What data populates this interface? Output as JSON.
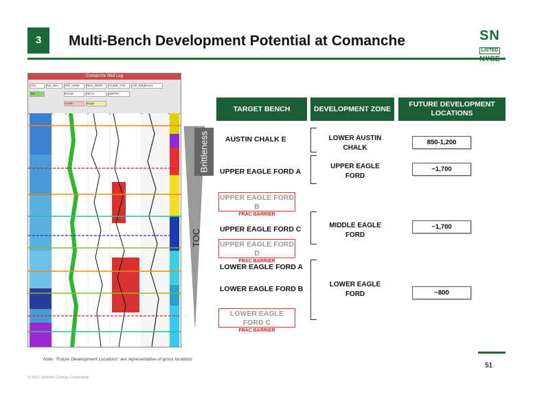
{
  "slide": {
    "number": "3",
    "title": "Multi-Bench Development Potential at Comanche",
    "logo": {
      "line1": "SN",
      "line2": "LISTED",
      "line3": "NYSE"
    },
    "brand_color": "#1b6b3a"
  },
  "log_header": {
    "title": "Comanche Well Log",
    "cells": [
      "VOL",
      "KB_elev",
      "PEF_NRM",
      "RES_DEEP",
      "COMB_TOC",
      "Lith_Brittleness",
      "GR",
      "RHOB",
      "NPHI",
      "DEPTH",
      "Austin",
      "Eagle"
    ]
  },
  "side_labels": {
    "brittleness": "Brittleness",
    "toc": "TOC"
  },
  "table": {
    "headers": {
      "target_bench": "TARGET BENCH",
      "development_zone": "DEVELOPMENT ZONE",
      "future_locations": "FUTURE DEVELOPMENT LOCATIONS"
    },
    "benches": [
      {
        "name": "AUSTIN CHALK E"
      },
      {
        "name": "UPPER EAGLE FORD A"
      },
      {
        "name": "UPPER EAGLE FORD B",
        "barrier": "FRAC BARRIER"
      },
      {
        "name": "UPPER EAGLE FORD C"
      },
      {
        "name": "UPPER EAGLE FORD D",
        "barrier": "FRAC BARRIER"
      },
      {
        "name": "LOWER EAGLE FORD A"
      },
      {
        "name": "LOWER EAGLE FORD B"
      },
      {
        "name": "LOWER EAGLE FORD C",
        "barrier": "FRAC BARRIER"
      }
    ],
    "zones": [
      "LOWER AUSTIN CHALK",
      "UPPER EAGLE FORD",
      "MIDDLE EAGLE FORD",
      "LOWER EAGLE FORD"
    ],
    "locations": [
      "850-1,200",
      "~1,700",
      "~1,700",
      "~800"
    ]
  },
  "note": "Note: \"Future Development Locations\" are representative of gross locations",
  "copyright": "© 2017 Sanchez Energy Corporation",
  "page_number": "51"
}
